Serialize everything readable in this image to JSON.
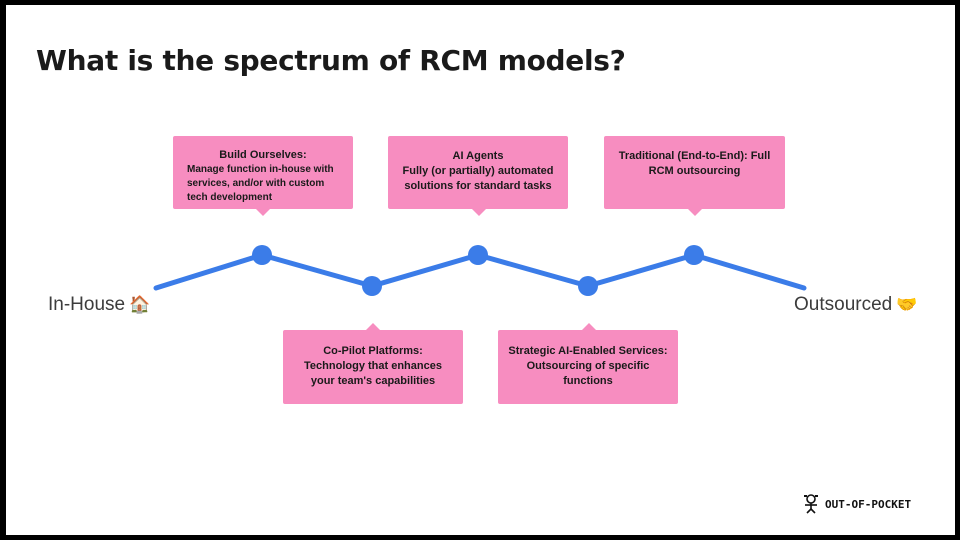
{
  "title": "What is the spectrum of RCM models?",
  "ends": {
    "left_label": "In-House",
    "left_emoji": "🏠",
    "right_label": "Outsourced",
    "right_emoji": "🤝"
  },
  "steps": [
    {
      "title": "Build Ourselves:",
      "body": "Manage function in-house with services, and/or with custom tech development"
    },
    {
      "title": "Co-Pilot Platforms:",
      "body": "Technology that enhances your team's capabilities"
    },
    {
      "title": "AI Agents",
      "body": "Fully (or partially) automated solutions for standard tasks"
    },
    {
      "title": "Strategic AI-Enabled Services:",
      "body": "Outsourcing of specific functions"
    },
    {
      "title": "Traditional (End-to-End): Full RCM outsourcing",
      "body": ""
    }
  ],
  "logo": {
    "text": "OUT-OF-POCKET"
  },
  "colors": {
    "line": "#3b7ce8",
    "box": "#f78dc0",
    "title": "#1a1a1a"
  }
}
